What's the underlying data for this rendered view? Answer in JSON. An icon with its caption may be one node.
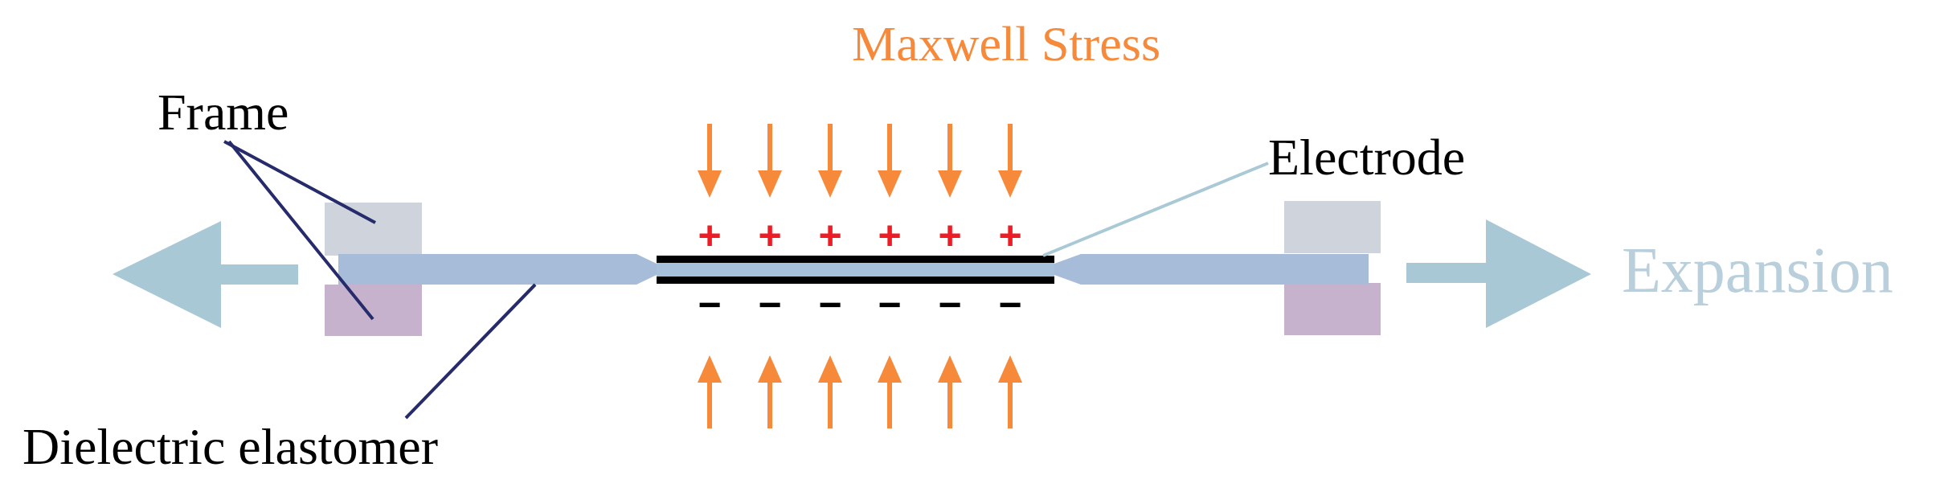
{
  "diagram": {
    "nodes": [
      {
        "text": [
          "Frame"
        ]
      },
      {
        "text": [
          "Electrode"
        ]
      },
      {
        "text": [
          "Dielectric elastomer"
        ]
      },
      {
        "text": [],
        "shape": "box"
      },
      {
        "text": [],
        "shape": "box"
      },
      {
        "text": [],
        "shape": "bar",
        "in": 6
      },
      {
        "text": [],
        "shape": "bar"
      },
      {
        "text": [],
        "shape": "box"
      },
      {
        "text": [],
        "shape": "box"
      }
    ],
    "edges": [
      {
        "from": 0,
        "to": 3,
        "arrow": "none"
      },
      {
        "from": 0,
        "to": 4,
        "arrow": "none"
      },
      {
        "from": 1,
        "to": 5,
        "arrow": "none",
        "color": "#a9c9d6"
      },
      {
        "from": 2,
        "to": 6,
        "arrow": "none"
      }
    ],
    "labels": [
      "Maxwell Stress",
      "+",
      "+",
      "+",
      "+",
      "+",
      "+",
      "−",
      "−",
      "−",
      "−",
      "−",
      "−",
      "Expansion"
    ]
  }
}
